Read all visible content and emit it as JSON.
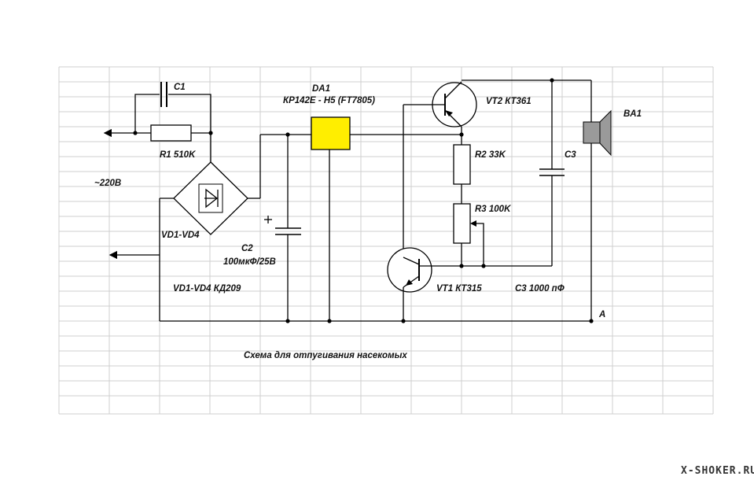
{
  "labels": {
    "c1": "C1",
    "r1": "R1 510K",
    "da1": "DA1",
    "da1_part": "КР142Е - Н5 (FT7805)",
    "vt2": "VT2 КТ361",
    "ba1": "BA1",
    "r2": "R2 33K",
    "c3": "C3",
    "r3": "R3 100K",
    "mains": "~220В",
    "vd": "VD1-VD4",
    "c2": "C2",
    "c2_value": "100мкФ/25В",
    "vd_part": "VD1-VD4 КД209",
    "vt1": "VT1 КТ315",
    "c3_value": "C3 1000 пФ",
    "node_a": "A",
    "caption": "Схема для отпугивания насекомых",
    "watermark": "X-SHOKER.RU"
  },
  "colors": {
    "regulator_fill": "#ffee00",
    "speaker_fill": "#9a9a9a",
    "grid": "#cfcfcf"
  }
}
